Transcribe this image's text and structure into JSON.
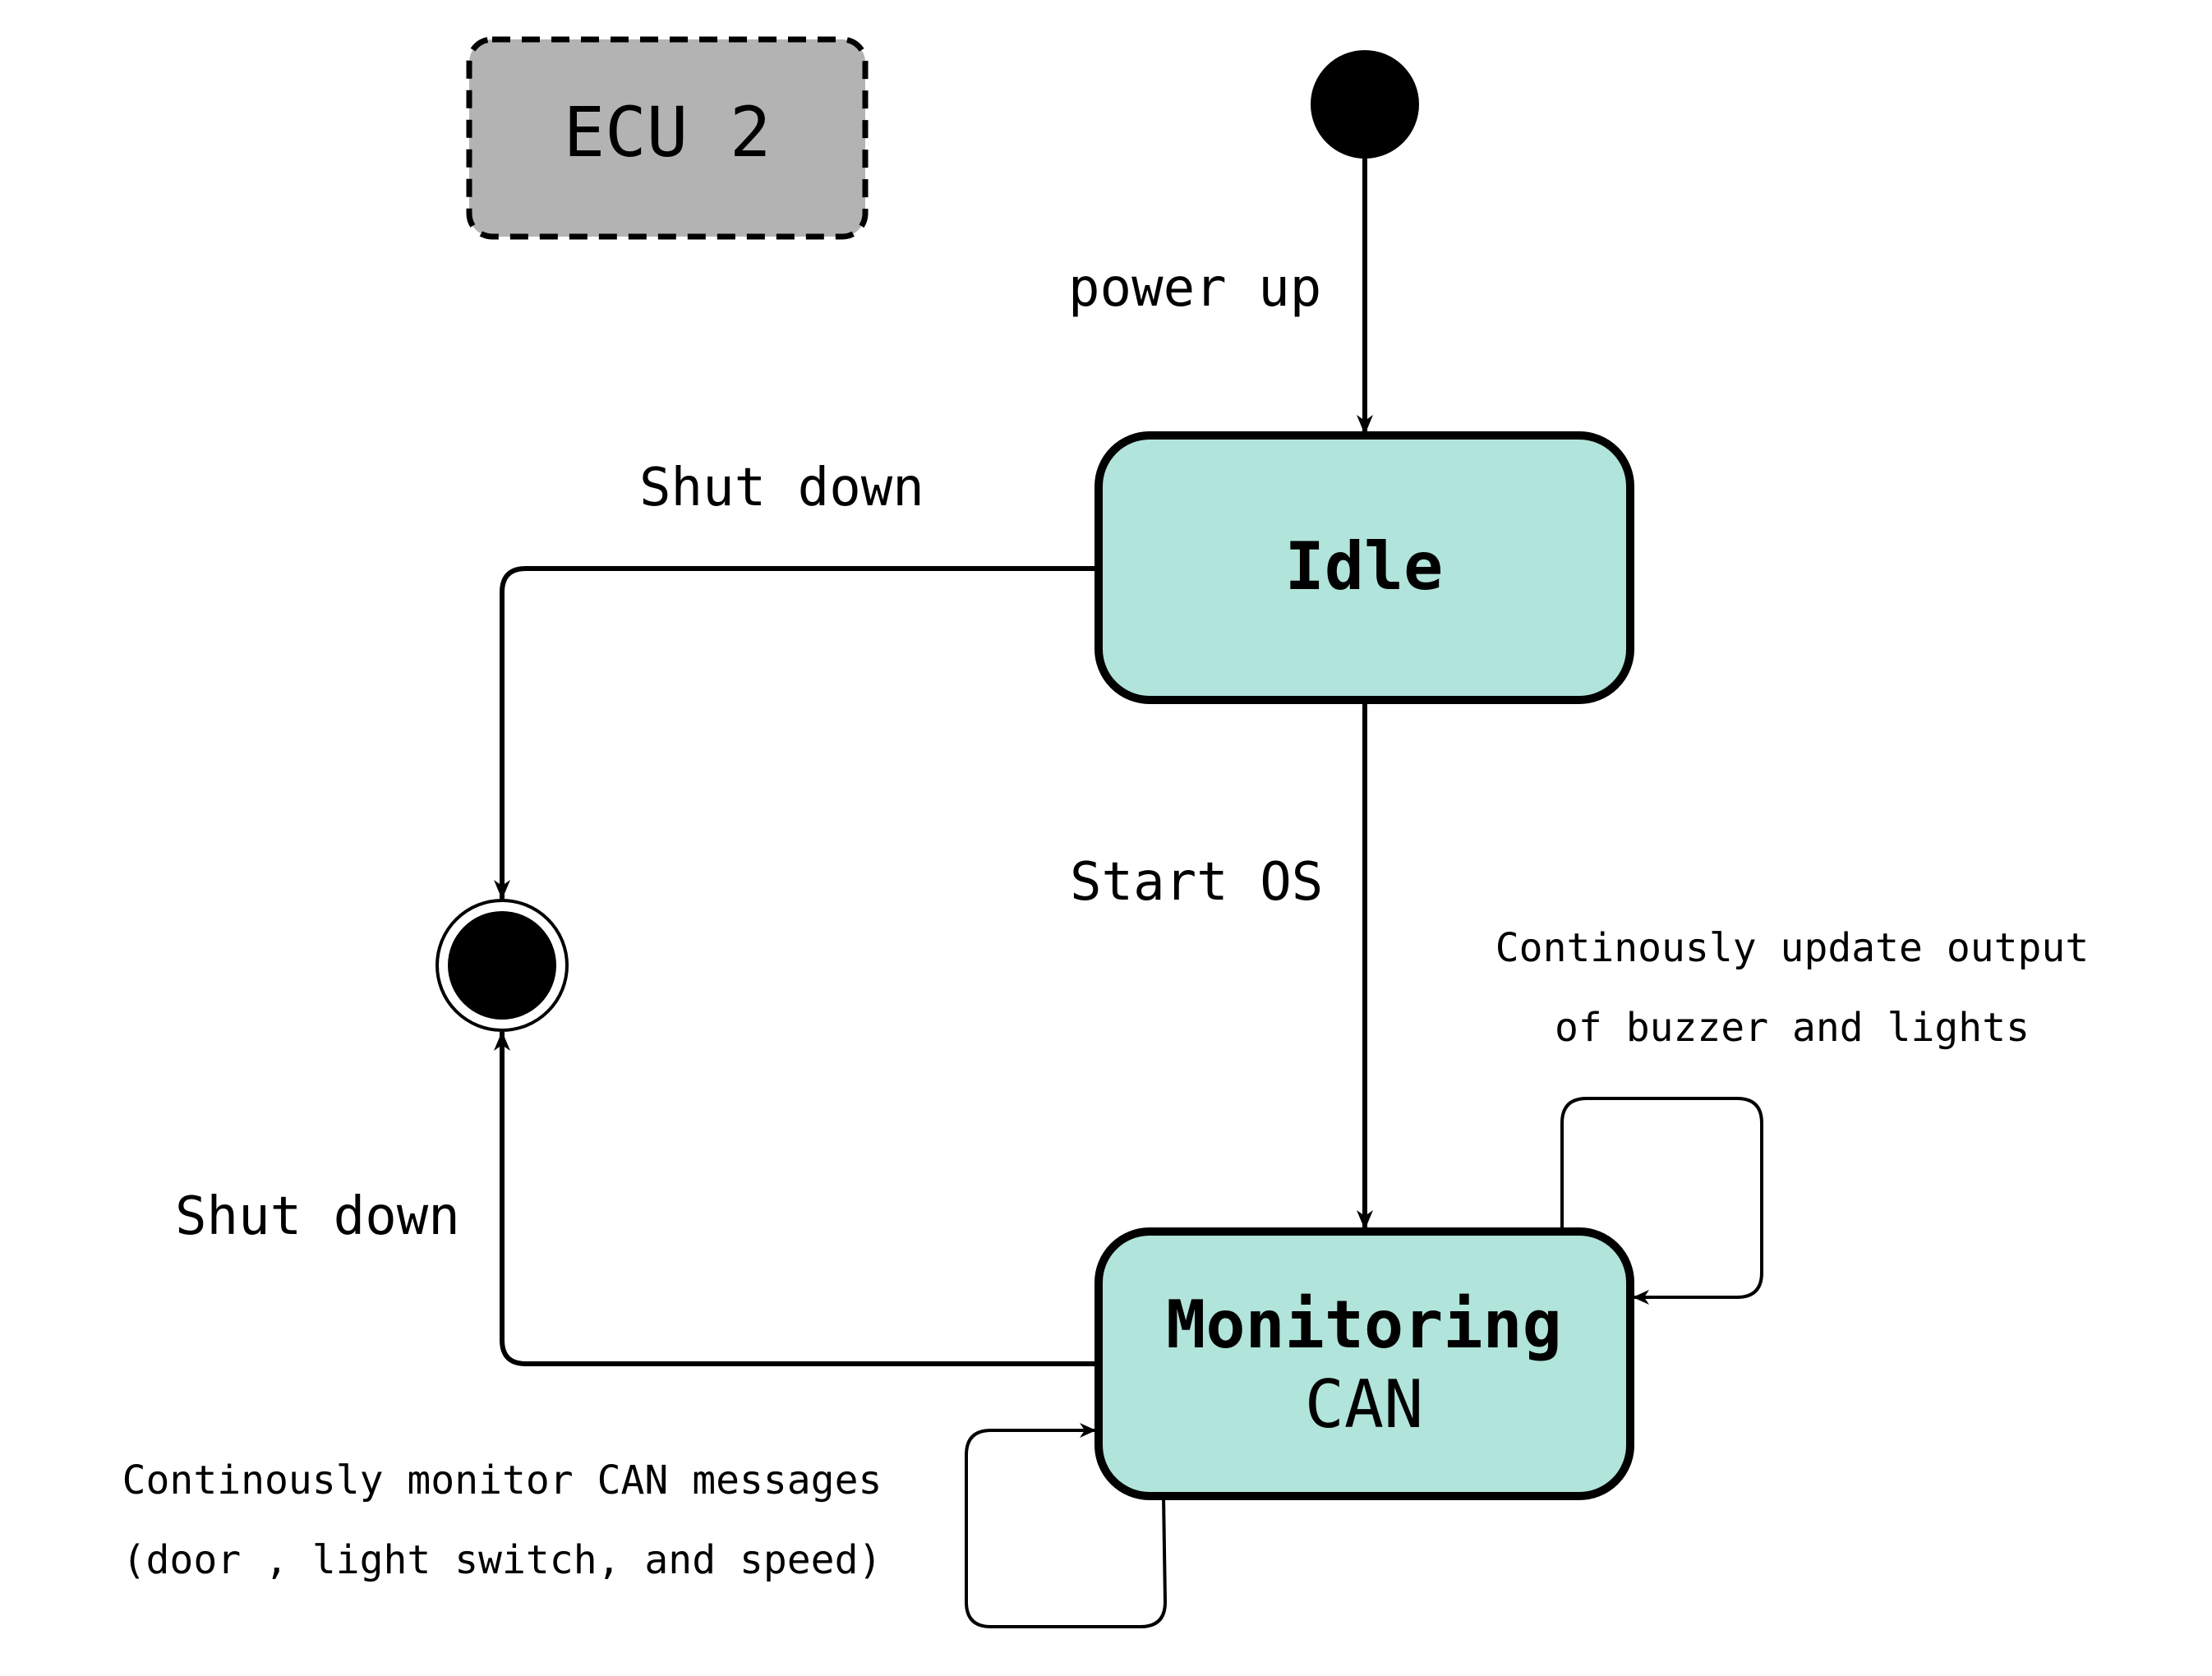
{
  "title_box": {
    "label": "ECU 2"
  },
  "states": {
    "idle": {
      "label": "Idle"
    },
    "monitoring": {
      "label_line1": "Monitoring",
      "label_line2": "CAN"
    }
  },
  "transitions": {
    "power_up": "power up",
    "start_os": "Start OS",
    "idle_shut_down": "Shut down",
    "monitoring_shut_down": "Shut down"
  },
  "notes": {
    "update_output_line1": "Continously update output",
    "update_output_line2": "of buzzer and lights",
    "monitor_can_line1": "Continously monitor CAN messages",
    "monitor_can_line2": "(door , light switch, and speed)"
  },
  "colors": {
    "state_fill": "#b1e4da",
    "title_box_fill": "#b3b3b3",
    "line": "#000000"
  }
}
